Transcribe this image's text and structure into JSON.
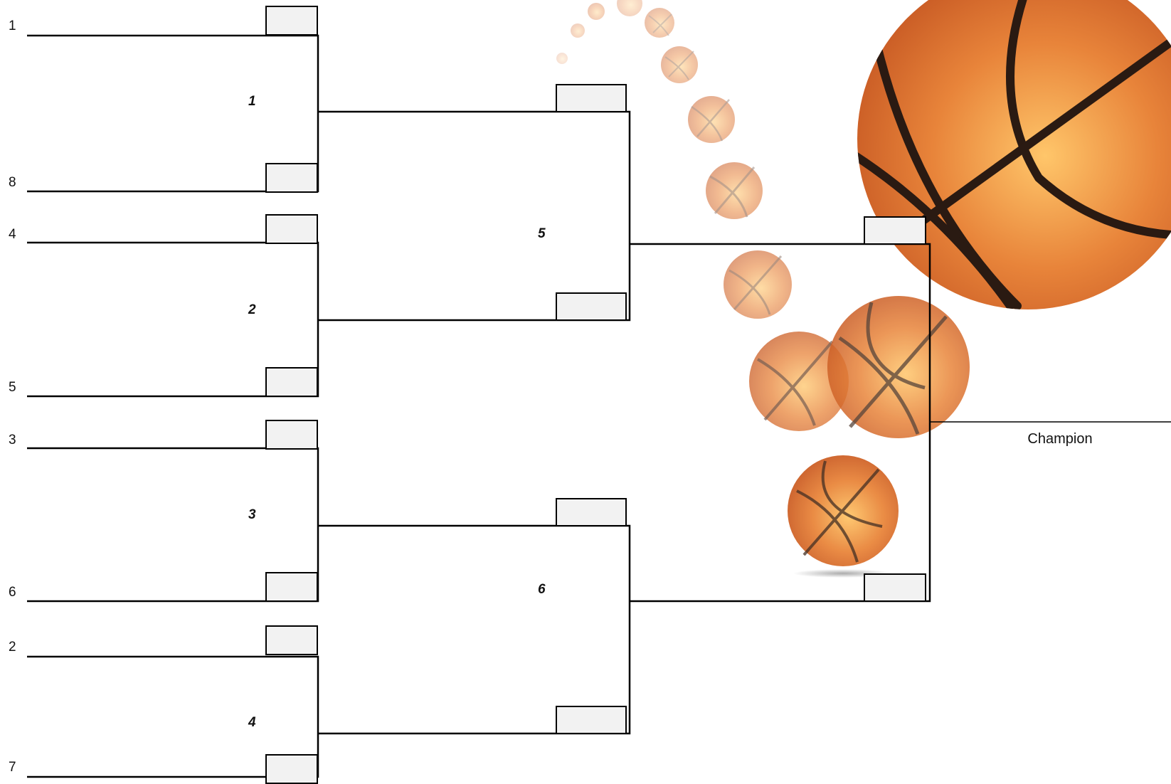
{
  "bracket": {
    "seeds": [
      "1",
      "8",
      "4",
      "5",
      "3",
      "6",
      "2",
      "7"
    ],
    "games": [
      "1",
      "2",
      "3",
      "4",
      "5",
      "6"
    ],
    "champion_label": "Champion"
  }
}
